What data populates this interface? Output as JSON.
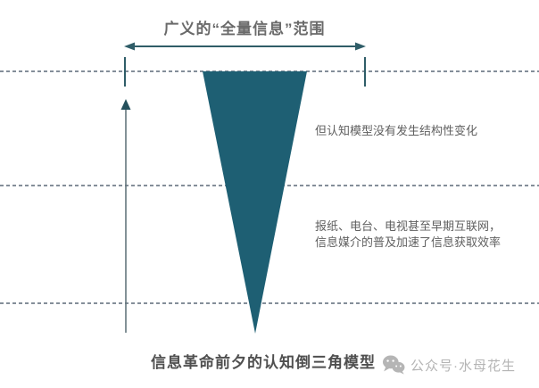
{
  "diagram": {
    "top_label": "广义的“全量信息”范围",
    "annotations": {
      "upper": "但认知模型没有发生结构性变化",
      "lower_line1": "报纸、电台、电视甚至早期互联网，",
      "lower_line2": "信息媒介的普及加速了信息获取效率"
    },
    "caption": "信息革命前夕的认知倒三角模型"
  },
  "footer": {
    "account_label": "公众号·水母花生"
  },
  "icons": {
    "wechat": "wechat-logo-icon",
    "range_arrow": "double-headed-arrow-icon",
    "up_arrow": "up-arrow-icon",
    "triangle": "inverted-triangle-shape"
  },
  "colors": {
    "triangle": "#1e5f73",
    "arrow": "#2f5d68",
    "arrow-line": "#64767d",
    "arrow-head": "#24505c",
    "dashed-line": "#3b4a5c",
    "title-text": "#6a6a6a",
    "annotation-text": "#5f5f5f",
    "caption-text": "#4f4f4f",
    "footer-text": "#b5b5b5"
  }
}
